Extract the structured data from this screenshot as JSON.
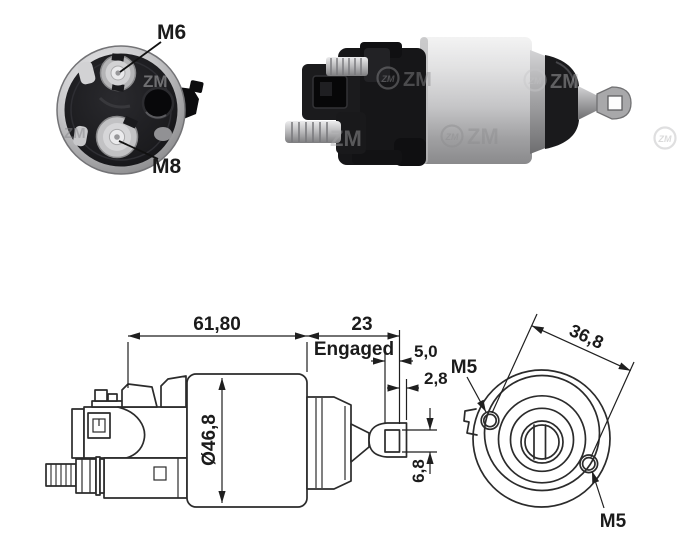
{
  "brand_watermark": {
    "text": "ZM",
    "logo_text": "ZM"
  },
  "photo_back_view": {
    "terminal_top_label": "M6",
    "terminal_bottom_label": "M8"
  },
  "drawing_side_view": {
    "dim_total_length": "61,80",
    "dim_plunger_travel": "23",
    "dim_travel_note": "Engaged",
    "dim_body_diameter": "Ø46,8",
    "dim_eye_hole_width": "5,0",
    "dim_eye_wall": "2,8",
    "dim_eye_hole_height": "6,8"
  },
  "drawing_front_view": {
    "dim_hole_spacing": "36,8",
    "hole_top_label": "M5",
    "hole_bottom_label": "M5"
  }
}
